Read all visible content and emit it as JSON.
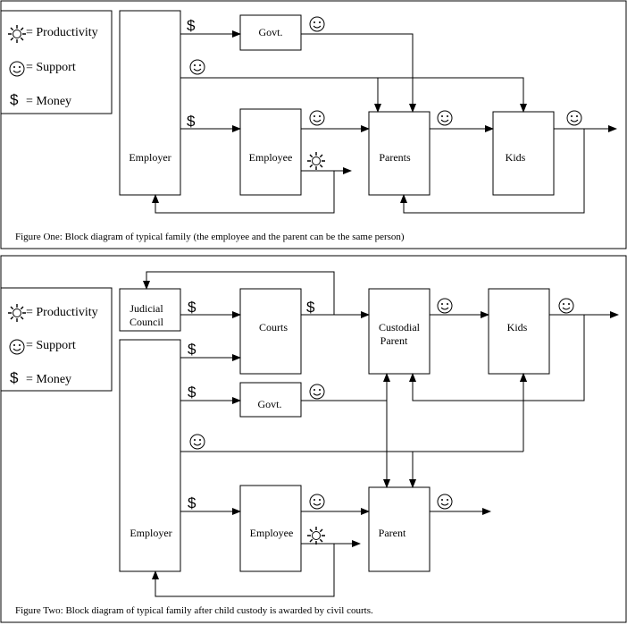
{
  "legend": {
    "productivity": "= Productivity",
    "support": "= Support",
    "money": "= Money",
    "money_symbol": "$"
  },
  "figure1": {
    "employer": "Employer",
    "govt": "Govt.",
    "employee": "Employee",
    "parents": "Parents",
    "kids": "Kids",
    "caption": "Figure One: Block diagram of typical family (the employee and the parent can be the same person)"
  },
  "figure2": {
    "judicial_line1": "Judicial",
    "judicial_line2": "Council",
    "courts": "Courts",
    "custodial_line1": "Custodial",
    "custodial_line2": "Parent",
    "kids": "Kids",
    "govt": "Govt.",
    "employer": "Employer",
    "employee": "Employee",
    "parent": "Parent",
    "caption": "Figure Two: Block diagram of typical family after child custody is awarded by civil courts."
  },
  "icons": {
    "productivity": "sun-icon",
    "support": "smiley-icon",
    "money": "dollar-icon"
  }
}
